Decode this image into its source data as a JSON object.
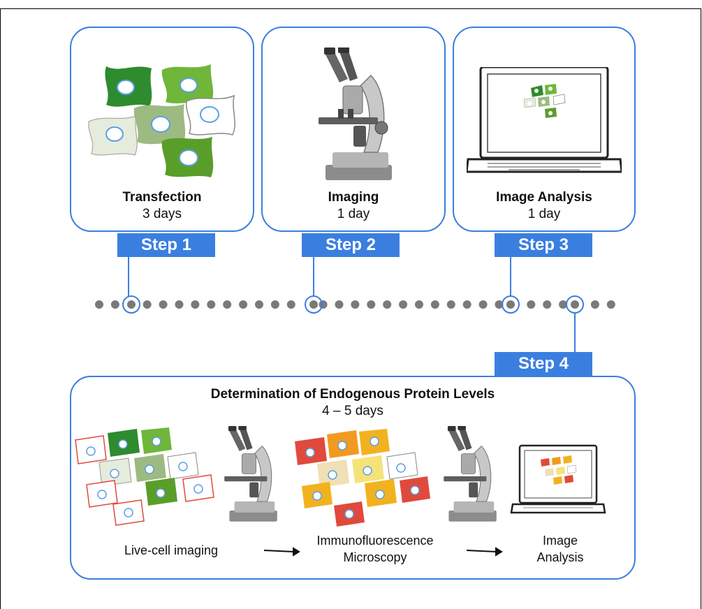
{
  "steps": [
    {
      "badge": "Step 1",
      "title": "Transfection",
      "duration": "3 days"
    },
    {
      "badge": "Step 2",
      "title": "Imaging",
      "duration": "1 day"
    },
    {
      "badge": "Step 3",
      "title": "Image Analysis",
      "duration": "1 day"
    },
    {
      "badge": "Step 4",
      "title": "Determination of Endogenous Protein Levels",
      "duration": "4 – 5 days"
    }
  ],
  "workflow": {
    "live": "Live-cell imaging",
    "immuno_line1": "Immunofluorescence",
    "immuno_line2": "Microscopy",
    "analysis_line1": "Image",
    "analysis_line2": "Analysis"
  },
  "colors": {
    "accent": "#3a7fe0",
    "timeline_dot": "#7a7a7a",
    "green_dark": "#2e8b2e",
    "green_mid": "#6fb63a",
    "orange": "#f29a1f",
    "red": "#e04a3c"
  },
  "icons": [
    "cell-icon",
    "microscope-icon",
    "laptop-icon",
    "arrow-icon"
  ]
}
